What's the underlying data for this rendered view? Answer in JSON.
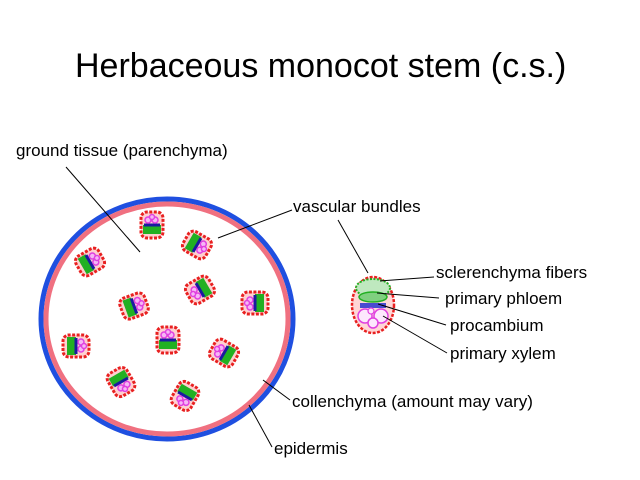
{
  "title": "Herbaceous monocot stem (c.s.)",
  "labels": {
    "ground_tissue": "ground tissue (parenchyma)",
    "vascular_bundles": "vascular bundles",
    "sclerenchyma": "sclerenchyma fibers",
    "primary_phloem": "primary phloem",
    "procambium": "procambium",
    "primary_xylem": "primary xylem",
    "collenchyma": "collenchyma (amount may vary)",
    "epidermis": "epidermis"
  },
  "colors": {
    "epidermis": "#1f4fe0",
    "collenchyma": "#f07080",
    "bundle_sheath": "#e82020",
    "phloem": "#22b022",
    "procambium": "#1a1aa0",
    "xylem": "#e040e0",
    "leader_line": "#000000"
  }
}
